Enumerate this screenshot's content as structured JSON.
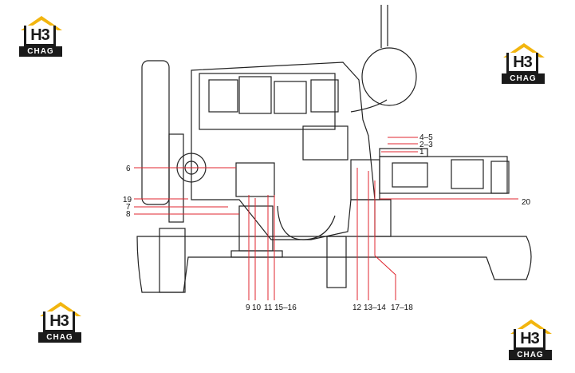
{
  "logos": [
    {
      "mark": "H3",
      "sub": "CHAG"
    },
    {
      "mark": "H3",
      "sub": "CHAG"
    },
    {
      "mark": "H3",
      "sub": "CHAG"
    },
    {
      "mark": "H3",
      "sub": "CHAG"
    }
  ],
  "colors": {
    "line": "#222222",
    "leader": "#e0262f",
    "brand": "#f2b50f"
  },
  "callouts": {
    "c45": "4–5",
    "c23": "2–3",
    "c1": "1",
    "c6": "6",
    "c19": "19",
    "c7": "7",
    "c8": "8",
    "c20": "20",
    "c9": "9",
    "c10": "10",
    "c11": "11",
    "c1516": "15–16",
    "c12": "12",
    "c1314": "13–14",
    "c1718": "17–18"
  }
}
